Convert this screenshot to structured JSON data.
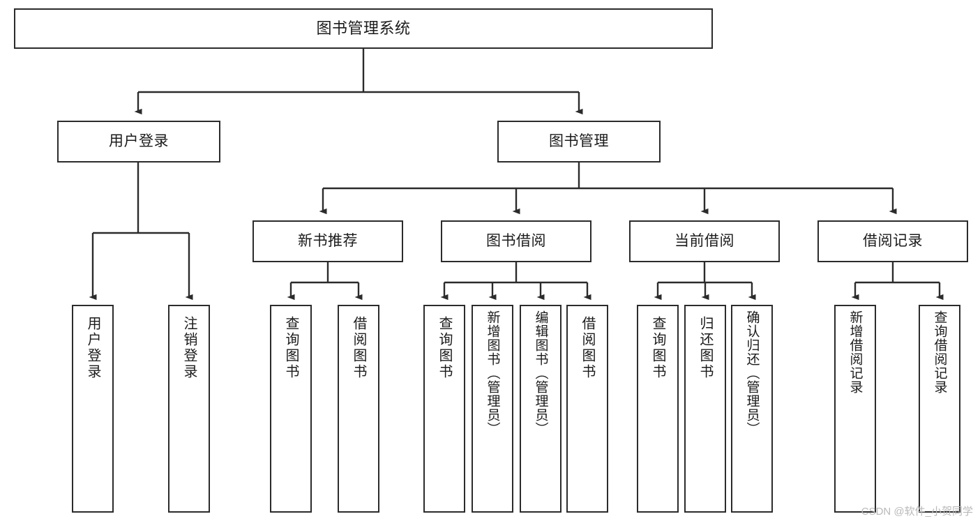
{
  "diagram": {
    "title": "图书管理系统",
    "type": "tree-hierarchy-chart",
    "stroke_color": "#2b2b2b",
    "fill_color": "#ffffff",
    "text_color": "#1b1b1b"
  },
  "nodes": {
    "root": {
      "label": "图书管理系统"
    },
    "level1": [
      {
        "id": "user-login",
        "label": "用户登录"
      },
      {
        "id": "book-management",
        "label": "图书管理"
      }
    ],
    "level2": [
      {
        "id": "new-book-recommend",
        "label": "新书推荐"
      },
      {
        "id": "book-borrow",
        "label": "图书借阅"
      },
      {
        "id": "current-borrow",
        "label": "当前借阅"
      },
      {
        "id": "borrow-record",
        "label": "借阅记录"
      }
    ],
    "leaves": {
      "user_login": [
        {
          "id": "leaf-user-login",
          "label": "用户登录"
        },
        {
          "id": "leaf-logout-login",
          "label": "注销登录"
        }
      ],
      "new_book_recommend": [
        {
          "id": "leaf-query-book-1",
          "label": "查询图书"
        },
        {
          "id": "leaf-borrow-book-1",
          "label": "借阅图书"
        }
      ],
      "book_borrow": [
        {
          "id": "leaf-query-book-2",
          "label": "查询图书"
        },
        {
          "id": "leaf-add-book",
          "label": "新增图书（管理员）"
        },
        {
          "id": "leaf-edit-book",
          "label": "编辑图书（管理员）"
        },
        {
          "id": "leaf-borrow-book-2",
          "label": "借阅图书"
        }
      ],
      "current_borrow": [
        {
          "id": "leaf-query-book-3",
          "label": "查询图书"
        },
        {
          "id": "leaf-return-book",
          "label": "归还图书"
        },
        {
          "id": "leaf-confirm-return",
          "label": "确认归还（管理员）"
        }
      ],
      "borrow_record": [
        {
          "id": "leaf-add-record",
          "label": "新增借阅记录"
        },
        {
          "id": "leaf-query-record",
          "label": "查询借阅记录"
        }
      ]
    }
  },
  "watermark": {
    "text": "CSDN @软件_小贺同学"
  }
}
